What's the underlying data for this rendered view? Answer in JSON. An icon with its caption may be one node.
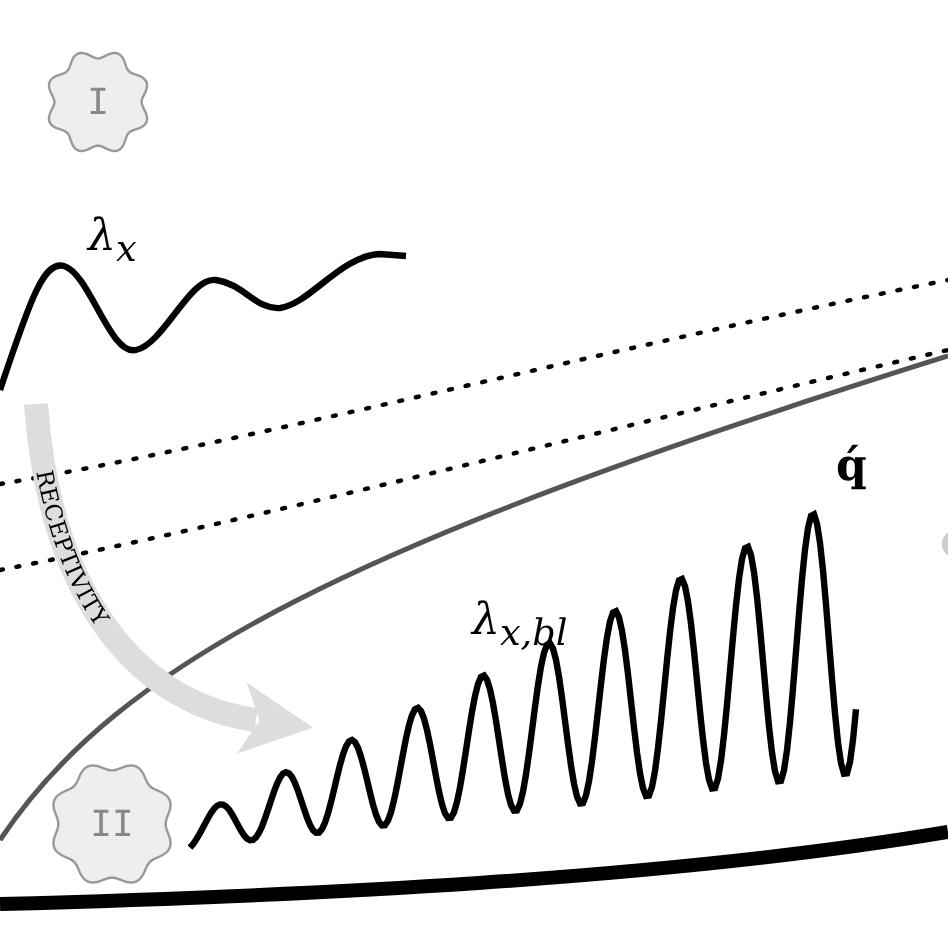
{
  "diagram": {
    "nodes": [
      {
        "text": [
          "I"
        ]
      },
      {
        "text": [],
        "shape": "wave",
        "beside": [
          "λ$_{x}$"
        ]
      },
      {
        "text": [
          "λ$_{x,bl}$"
        ],
        "beside": [
          "q́"
        ]
      },
      {
        "text": [
          "II"
        ]
      }
    ],
    "edges": [
      {
        "from": 1,
        "to": 2,
        "arrow": "to",
        "label": "RECEPTIVITY",
        "color": "#dddddd"
      }
    ]
  }
}
